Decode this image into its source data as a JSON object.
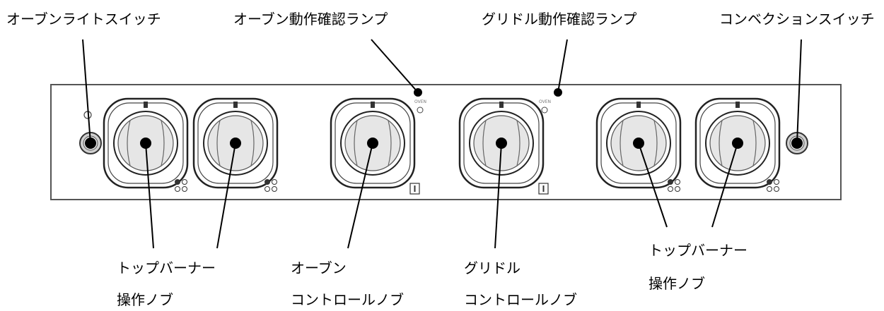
{
  "labels": {
    "oven_light_switch": "オーブンライトスイッチ",
    "oven_lamp": "オーブン動作確認ランプ",
    "griddle_lamp": "グリドル動作確認ランプ",
    "convection_switch": "コンベクションスイッチ",
    "top_burner_left_1": "トップバーナー",
    "top_burner_left_2": "操作ノブ",
    "oven_control_1": "オーブン",
    "oven_control_2": "コントロールノブ",
    "griddle_control_1": "グリドル",
    "griddle_control_2": "コントロールノブ",
    "top_burner_right_1": "トップバーナー",
    "top_burner_right_2": "操作ノブ"
  },
  "panel": {
    "lamp_text": "OVEN"
  },
  "colors": {
    "line": "#000000",
    "panel_border": "#555555",
    "knob_face": "#e6e6e6",
    "switch_face": "#d0d0d0"
  }
}
